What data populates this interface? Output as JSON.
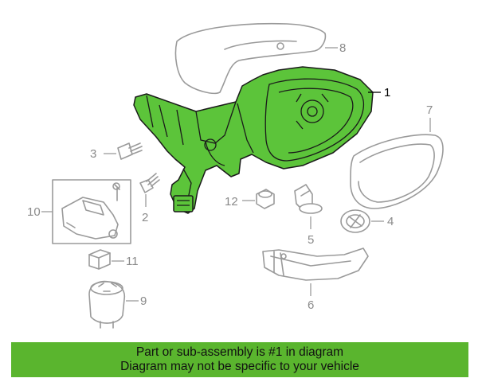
{
  "callouts": {
    "c1": "1",
    "c2": "2",
    "c3": "3",
    "c4": "4",
    "c5": "5",
    "c6": "6",
    "c7": "7",
    "c8": "8",
    "c9": "9",
    "c10": "10",
    "c11": "11",
    "c12": "12"
  },
  "banner": {
    "line1": "Part or sub-assembly is #1 in diagram",
    "line2": "Diagram may not be specific to your vehicle"
  },
  "colors": {
    "highlight": "#5cc43a",
    "banner": "#5ab52e",
    "line_art": "#9a9a9a"
  }
}
